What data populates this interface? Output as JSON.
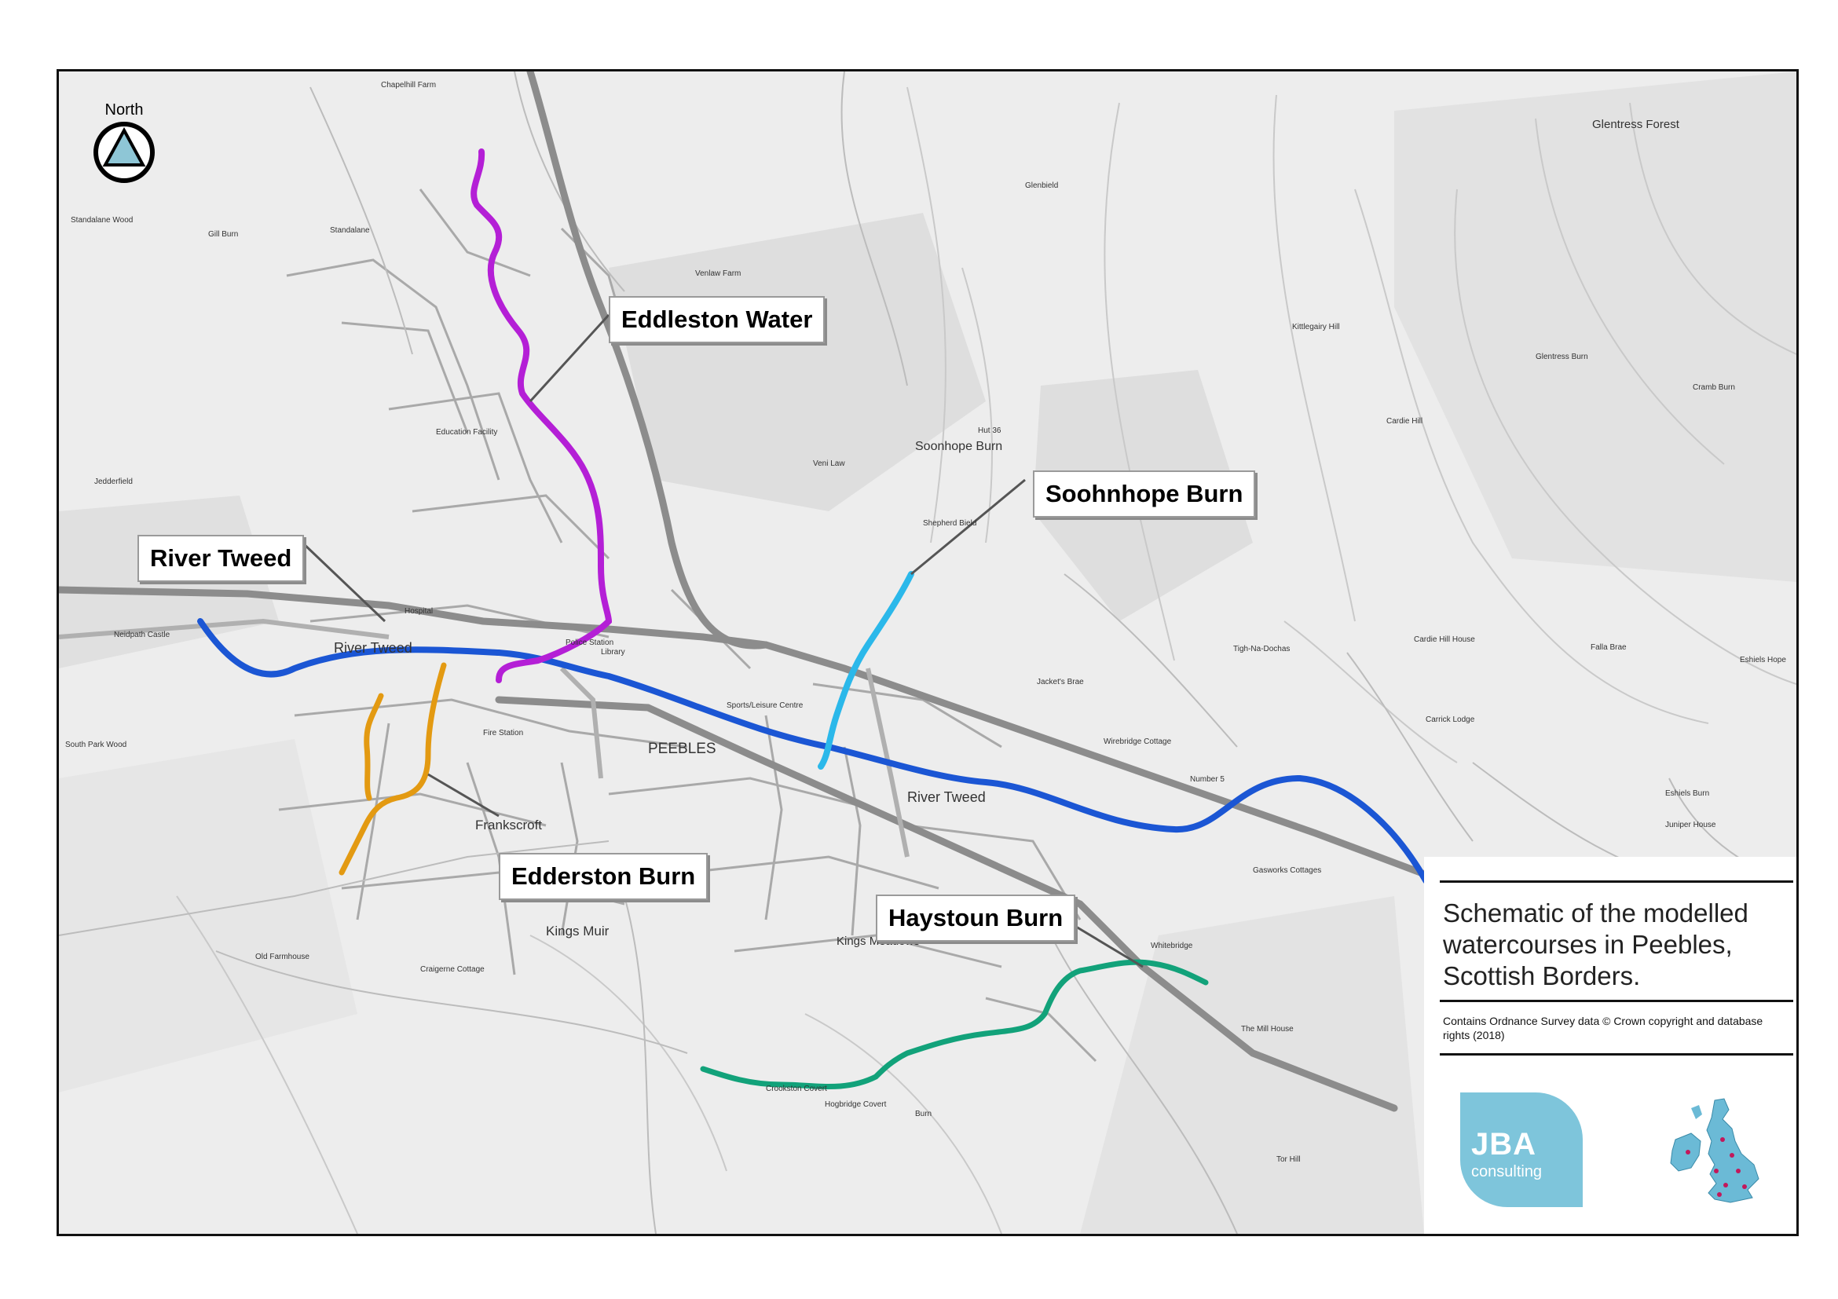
{
  "north_arrow": {
    "label": "North"
  },
  "callouts": {
    "eddleston": "Eddleston Water",
    "soonhope": "Soohnhope Burn",
    "tweed": "River Tweed",
    "edderston": "Edderston Burn",
    "haystoun": "Haystoun Burn"
  },
  "place_labels": {
    "peebles": "PEEBLES",
    "frankscroft": "Frankscroft",
    "kings_muir": "Kings Muir",
    "kings_meadows": "Kings Meadows",
    "glentress_forest": "Glentress Forest",
    "soonhope_burn": "Soonhope Burn",
    "river_tweed_1": "River Tweed",
    "river_tweed_2": "River Tweed",
    "chapelhill": "Chapelhill Farm",
    "standalane_wood": "Standalane Wood",
    "standalane": "Standalane",
    "gill_burn": "Gill Burn",
    "venlaw_farm": "Venlaw Farm",
    "glenbield": "Glenbield",
    "kittlegairy": "Kittlegairy Hill",
    "venlaw": "Veni Law",
    "jedderfield": "Jedderfield",
    "neidpath": "Neidpath Castle",
    "hospital": "Hospital",
    "police": "Police Station",
    "library": "Library",
    "sports": "Sports/Leisure Centre",
    "fire": "Fire Station",
    "south_park": "South Park Wood",
    "tigh_na_dochas": "Tigh-Na-Dochas",
    "cardie_hill_house": "Cardie Hill House",
    "falla_brae": "Falla Brae",
    "eshiels_hope": "Eshiels Hope",
    "carrick_lodge": "Carrick Lodge",
    "number5": "Number 5",
    "wirebridge": "Wirebridge Cottage",
    "gasworks": "Gasworks Cottages",
    "whitebridge": "Whitebridge",
    "mill_house": "The Mill House",
    "tor_hill": "Tor Hill",
    "old_farmhouse": "Old Farmhouse",
    "craigerne": "Craigerne Cottage",
    "crookston": "Crookston Covert",
    "hogbridge": "Hogbridge Covert",
    "shepherd": "Shepherd Bield",
    "hut": "Hut 36",
    "cardie_hill": "Cardie Hill",
    "jackets_brae": "Jacket's Brae",
    "glentress_burn": "Glentress Burn",
    "cramb_burn": "Cramb Burn",
    "eshiels_burn": "Eshiels Burn",
    "juniper": "Juniper House",
    "education": "Education Facility",
    "burn": "Burn"
  },
  "info": {
    "title": "Schematic of the modelled watercourses in Peebles, Scottish Borders.",
    "credit": "Contains Ordnance Survey data © Crown copyright and database rights (2018)",
    "logo_main": "JBA",
    "logo_sub": "consulting"
  },
  "colors": {
    "eddleston": "#b41fd6",
    "tweed": "#1b56d4",
    "soonhope": "#2bb8ea",
    "edderston": "#e39a12",
    "haystoun": "#12a27a",
    "road_major": "#8c8c8c",
    "land": "#ececec",
    "woodland": "#dcdcdc"
  }
}
